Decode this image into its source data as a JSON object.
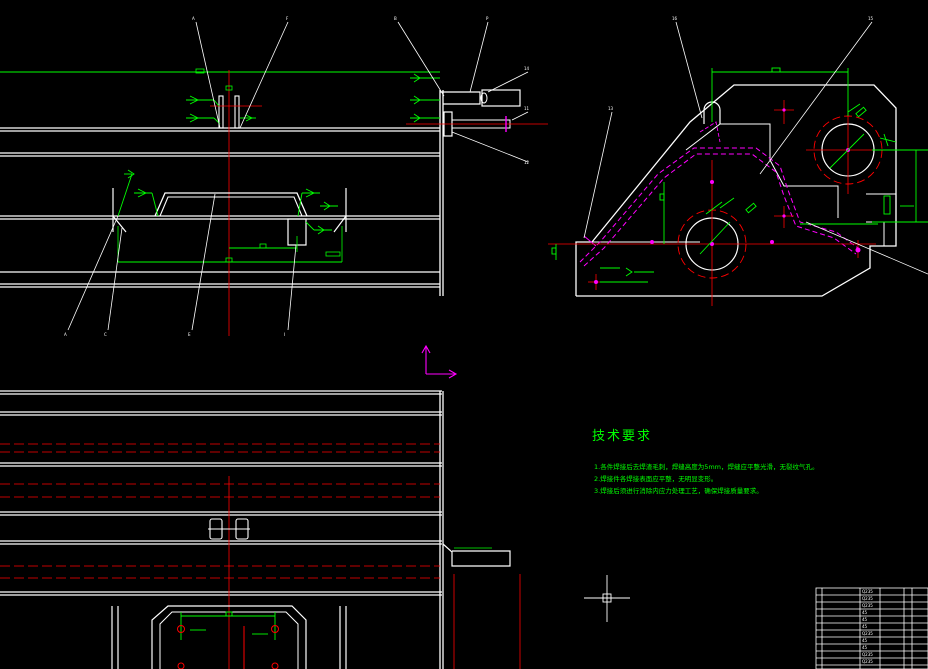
{
  "drawing": {
    "background": "#000000",
    "colors": {
      "outline": "#ffffff",
      "centerline": "#ff0000",
      "dimension": "#00ff00",
      "hidden": "#ff00ff",
      "annotation": "#00ff00"
    }
  },
  "technical_requirements": {
    "title": "技术要求",
    "notes": [
      "1.各件焊接后去焊渣毛刺，焊缝高度为5mm，焊缝应平整光滑，无裂纹气孔。",
      "2.焊接件各焊接表面应平整，无明显变形。",
      "3.焊接后须进行消除内应力处理工艺，确保焊接质量要求。"
    ]
  },
  "icons": {
    "ucs": "ucs-axis-icon",
    "crosshair": "cursor-crosshair-icon"
  }
}
